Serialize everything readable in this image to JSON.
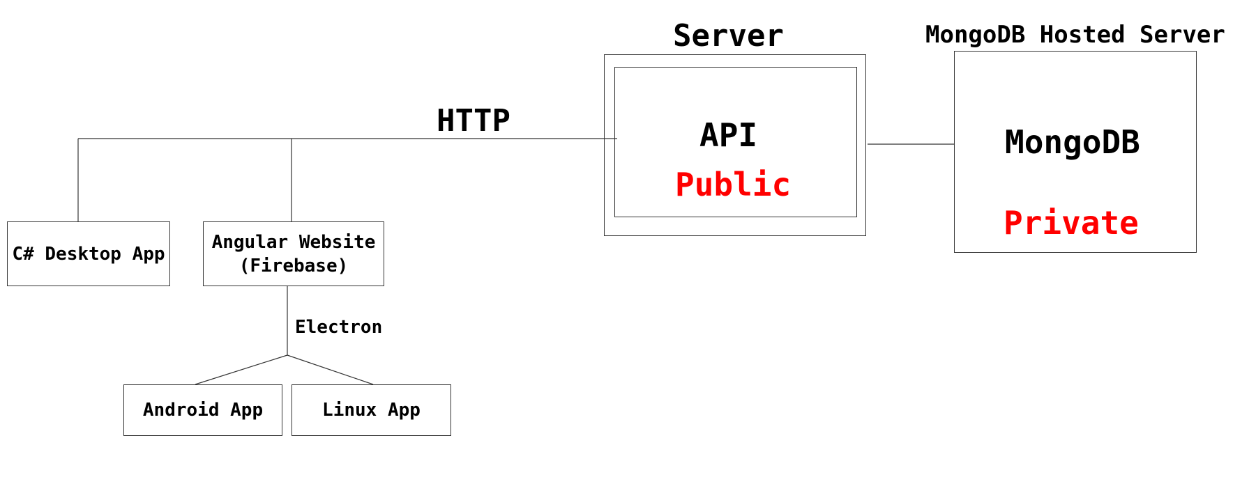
{
  "server": {
    "title": "Server",
    "api_label": "API",
    "visibility": "Public"
  },
  "mongo_host": {
    "title": "MongoDB Hosted Server",
    "db_label": "MongoDB",
    "visibility": "Private"
  },
  "connection": {
    "protocol": "HTTP"
  },
  "clients": {
    "desktop": "C# Desktop App",
    "web_line1": "Angular Website",
    "web_line2": "(Firebase)"
  },
  "electron": {
    "label": "Electron",
    "android": "Android App",
    "linux": "Linux App"
  },
  "colors": {
    "public": "#ff0000",
    "private": "#ff0000",
    "text": "#000000",
    "lines": "#333333"
  }
}
